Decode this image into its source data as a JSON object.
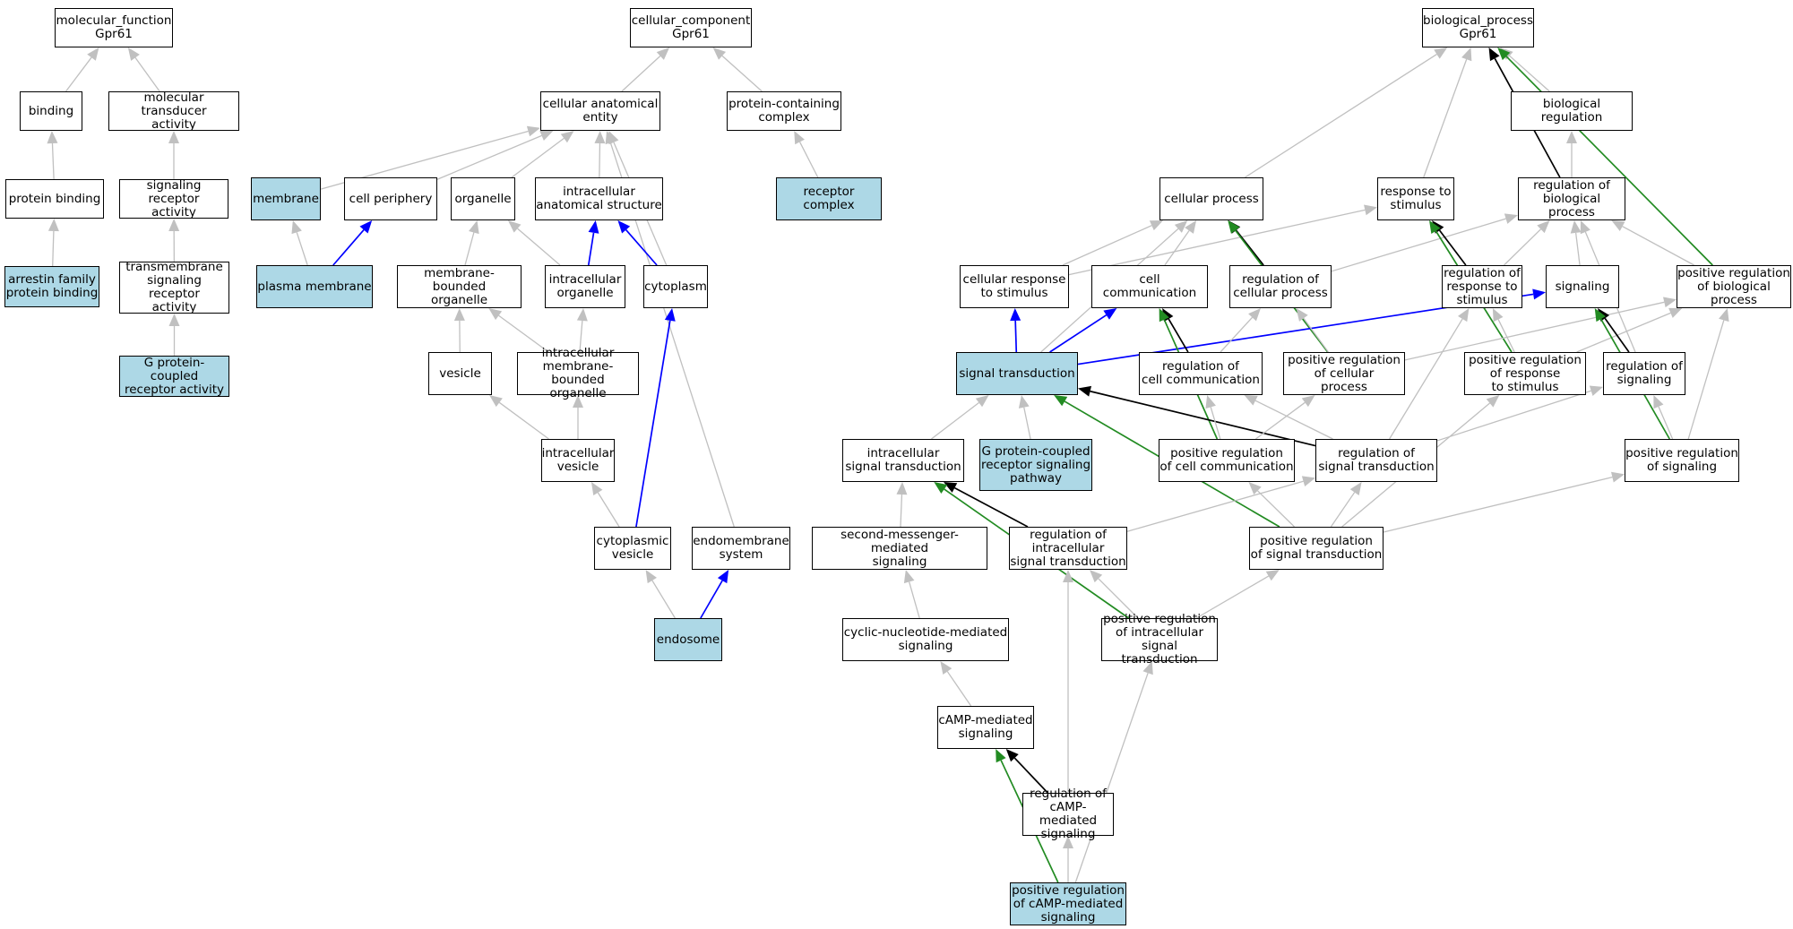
{
  "colors": {
    "highlight_fill": "#add8e6",
    "is_a_edge": "#c0c0c0",
    "part_of_edge": "#0000ff",
    "regulates_edge": "#000000",
    "positively_regulates_edge": "#228b22"
  },
  "nodes": [
    {
      "id": "molecular_function",
      "label": "molecular_function\nGpr61",
      "highlight": false
    },
    {
      "id": "binding",
      "label": "binding",
      "highlight": false
    },
    {
      "id": "molecular_transducer_activity",
      "label": "molecular transducer\nactivity",
      "highlight": false
    },
    {
      "id": "protein_binding",
      "label": "protein binding",
      "highlight": false
    },
    {
      "id": "signaling_receptor_activity",
      "label": "signaling receptor\nactivity",
      "highlight": false
    },
    {
      "id": "arrestin_family_protein_binding",
      "label": "arrestin family\nprotein binding",
      "highlight": true
    },
    {
      "id": "transmembrane_signaling_receptor_activity",
      "label": "transmembrane\nsignaling receptor\nactivity",
      "highlight": false
    },
    {
      "id": "gpcr_activity",
      "label": "G protein-coupled\nreceptor activity",
      "highlight": true
    },
    {
      "id": "cellular_component",
      "label": "cellular_component\nGpr61",
      "highlight": false
    },
    {
      "id": "cellular_anatomical_entity",
      "label": "cellular anatomical\nentity",
      "highlight": false
    },
    {
      "id": "protein_containing_complex",
      "label": "protein-containing\ncomplex",
      "highlight": false
    },
    {
      "id": "membrane",
      "label": "membrane",
      "highlight": true
    },
    {
      "id": "cell_periphery",
      "label": "cell periphery",
      "highlight": false
    },
    {
      "id": "organelle",
      "label": "organelle",
      "highlight": false
    },
    {
      "id": "intracellular_anatomical_structure",
      "label": "intracellular\nanatomical structure",
      "highlight": false
    },
    {
      "id": "receptor_complex",
      "label": "receptor complex",
      "highlight": true
    },
    {
      "id": "plasma_membrane",
      "label": "plasma membrane",
      "highlight": true
    },
    {
      "id": "membrane_bounded_organelle",
      "label": "membrane-bounded\norganelle",
      "highlight": false
    },
    {
      "id": "intracellular_organelle",
      "label": "intracellular\norganelle",
      "highlight": false
    },
    {
      "id": "cytoplasm",
      "label": "cytoplasm",
      "highlight": false
    },
    {
      "id": "vesicle",
      "label": "vesicle",
      "highlight": false
    },
    {
      "id": "intracellular_membrane_bounded_organelle",
      "label": "intracellular\nmembrane-bounded\norganelle",
      "highlight": false
    },
    {
      "id": "intracellular_vesicle",
      "label": "intracellular\nvesicle",
      "highlight": false
    },
    {
      "id": "cytoplasmic_vesicle",
      "label": "cytoplasmic\nvesicle",
      "highlight": false
    },
    {
      "id": "endomembrane_system",
      "label": "endomembrane\nsystem",
      "highlight": false
    },
    {
      "id": "endosome",
      "label": "endosome",
      "highlight": true
    },
    {
      "id": "biological_process",
      "label": "biological_process\nGpr61",
      "highlight": false
    },
    {
      "id": "biological_regulation",
      "label": "biological regulation",
      "highlight": false
    },
    {
      "id": "cellular_process",
      "label": "cellular process",
      "highlight": false
    },
    {
      "id": "response_to_stimulus",
      "label": "response to\nstimulus",
      "highlight": false
    },
    {
      "id": "regulation_of_biological_process",
      "label": "regulation of\nbiological process",
      "highlight": false
    },
    {
      "id": "cellular_response_to_stimulus",
      "label": "cellular response\nto stimulus",
      "highlight": false
    },
    {
      "id": "cell_communication",
      "label": "cell communication",
      "highlight": false
    },
    {
      "id": "regulation_of_cellular_process",
      "label": "regulation of\ncellular process",
      "highlight": false
    },
    {
      "id": "regulation_of_response_to_stimulus",
      "label": "regulation of\nresponse to\nstimulus",
      "highlight": false
    },
    {
      "id": "signaling",
      "label": "signaling",
      "highlight": false
    },
    {
      "id": "positive_regulation_of_biological_process",
      "label": "positive regulation\nof biological\nprocess",
      "highlight": false
    },
    {
      "id": "signal_transduction",
      "label": "signal transduction",
      "highlight": true
    },
    {
      "id": "regulation_of_cell_communication",
      "label": "regulation of\ncell communication",
      "highlight": false
    },
    {
      "id": "positive_regulation_of_cellular_process",
      "label": "positive regulation\nof cellular\nprocess",
      "highlight": false
    },
    {
      "id": "positive_regulation_of_response_to_stimulus",
      "label": "positive regulation\nof response\nto stimulus",
      "highlight": false
    },
    {
      "id": "regulation_of_signaling",
      "label": "regulation of\nsignaling",
      "highlight": false
    },
    {
      "id": "intracellular_signal_transduction",
      "label": "intracellular\nsignal transduction",
      "highlight": false
    },
    {
      "id": "gpcr_signaling_pathway",
      "label": "G protein-coupled\nreceptor signaling\npathway",
      "highlight": true
    },
    {
      "id": "positive_regulation_of_cell_communication",
      "label": "positive regulation\nof cell communication",
      "highlight": false
    },
    {
      "id": "regulation_of_signal_transduction",
      "label": "regulation of\nsignal transduction",
      "highlight": false
    },
    {
      "id": "positive_regulation_of_signaling",
      "label": "positive regulation\nof signaling",
      "highlight": false
    },
    {
      "id": "second_messenger_mediated_signaling",
      "label": "second-messenger-mediated\nsignaling",
      "highlight": false
    },
    {
      "id": "regulation_of_intracellular_signal_transduction",
      "label": "regulation of\nintracellular\nsignal transduction",
      "highlight": false
    },
    {
      "id": "positive_regulation_of_signal_transduction",
      "label": "positive regulation\nof signal transduction",
      "highlight": false
    },
    {
      "id": "cyclic_nucleotide_mediated_signaling",
      "label": "cyclic-nucleotide-mediated\nsignaling",
      "highlight": false
    },
    {
      "id": "positive_regulation_of_intracellular_signal_transduction",
      "label": "positive regulation\nof intracellular\nsignal transduction",
      "highlight": false
    },
    {
      "id": "camp_mediated_signaling",
      "label": "cAMP-mediated\nsignaling",
      "highlight": false
    },
    {
      "id": "regulation_of_camp_mediated_signaling",
      "label": "regulation of\ncAMP-mediated\nsignaling",
      "highlight": false
    },
    {
      "id": "positive_regulation_of_camp_mediated_signaling",
      "label": "positive regulation\nof cAMP-mediated\nsignaling",
      "highlight": true
    }
  ],
  "edges": [
    {
      "from": "binding",
      "to": "molecular_function",
      "type": "is_a"
    },
    {
      "from": "molecular_transducer_activity",
      "to": "molecular_function",
      "type": "is_a"
    },
    {
      "from": "protein_binding",
      "to": "binding",
      "type": "is_a"
    },
    {
      "from": "signaling_receptor_activity",
      "to": "molecular_transducer_activity",
      "type": "is_a"
    },
    {
      "from": "arrestin_family_protein_binding",
      "to": "protein_binding",
      "type": "is_a"
    },
    {
      "from": "transmembrane_signaling_receptor_activity",
      "to": "signaling_receptor_activity",
      "type": "is_a"
    },
    {
      "from": "gpcr_activity",
      "to": "transmembrane_signaling_receptor_activity",
      "type": "is_a"
    },
    {
      "from": "cellular_anatomical_entity",
      "to": "cellular_component",
      "type": "is_a"
    },
    {
      "from": "protein_containing_complex",
      "to": "cellular_component",
      "type": "is_a"
    },
    {
      "from": "membrane",
      "to": "cellular_anatomical_entity",
      "type": "is_a"
    },
    {
      "from": "cell_periphery",
      "to": "cellular_anatomical_entity",
      "type": "is_a"
    },
    {
      "from": "organelle",
      "to": "cellular_anatomical_entity",
      "type": "is_a"
    },
    {
      "from": "intracellular_anatomical_structure",
      "to": "cellular_anatomical_entity",
      "type": "is_a"
    },
    {
      "from": "cytoplasm",
      "to": "cellular_anatomical_entity",
      "type": "is_a"
    },
    {
      "from": "endomembrane_system",
      "to": "cellular_anatomical_entity",
      "type": "is_a"
    },
    {
      "from": "receptor_complex",
      "to": "protein_containing_complex",
      "type": "is_a"
    },
    {
      "from": "plasma_membrane",
      "to": "membrane",
      "type": "is_a"
    },
    {
      "from": "plasma_membrane",
      "to": "cell_periphery",
      "type": "part_of"
    },
    {
      "from": "membrane_bounded_organelle",
      "to": "organelle",
      "type": "is_a"
    },
    {
      "from": "intracellular_organelle",
      "to": "organelle",
      "type": "is_a"
    },
    {
      "from": "intracellular_organelle",
      "to": "intracellular_anatomical_structure",
      "type": "part_of"
    },
    {
      "from": "cytoplasm",
      "to": "intracellular_anatomical_structure",
      "type": "part_of"
    },
    {
      "from": "vesicle",
      "to": "membrane_bounded_organelle",
      "type": "is_a"
    },
    {
      "from": "intracellular_membrane_bounded_organelle",
      "to": "membrane_bounded_organelle",
      "type": "is_a"
    },
    {
      "from": "intracellular_membrane_bounded_organelle",
      "to": "intracellular_organelle",
      "type": "is_a"
    },
    {
      "from": "intracellular_vesicle",
      "to": "vesicle",
      "type": "is_a"
    },
    {
      "from": "intracellular_vesicle",
      "to": "intracellular_membrane_bounded_organelle",
      "type": "is_a"
    },
    {
      "from": "cytoplasmic_vesicle",
      "to": "intracellular_vesicle",
      "type": "is_a"
    },
    {
      "from": "cytoplasmic_vesicle",
      "to": "cytoplasm",
      "type": "part_of"
    },
    {
      "from": "endosome",
      "to": "cytoplasmic_vesicle",
      "type": "is_a"
    },
    {
      "from": "endosome",
      "to": "endomembrane_system",
      "type": "part_of"
    },
    {
      "from": "biological_regulation",
      "to": "biological_process",
      "type": "is_a"
    },
    {
      "from": "cellular_process",
      "to": "biological_process",
      "type": "is_a"
    },
    {
      "from": "response_to_stimulus",
      "to": "biological_process",
      "type": "is_a"
    },
    {
      "from": "regulation_of_biological_process",
      "to": "biological_process",
      "type": "regulates"
    },
    {
      "from": "positive_regulation_of_biological_process",
      "to": "biological_process",
      "type": "positively_regulates"
    },
    {
      "from": "regulation_of_biological_process",
      "to": "biological_regulation",
      "type": "is_a"
    },
    {
      "from": "cellular_response_to_stimulus",
      "to": "cellular_process",
      "type": "is_a"
    },
    {
      "from": "cellular_response_to_stimulus",
      "to": "response_to_stimulus",
      "type": "is_a"
    },
    {
      "from": "cell_communication",
      "to": "cellular_process",
      "type": "is_a"
    },
    {
      "from": "regulation_of_cellular_process",
      "to": "cellular_process",
      "type": "regulates"
    },
    {
      "from": "regulation_of_cellular_process",
      "to": "regulation_of_biological_process",
      "type": "is_a"
    },
    {
      "from": "positive_regulation_of_cellular_process",
      "to": "cellular_process",
      "type": "positively_regulates"
    },
    {
      "from": "signal_transduction",
      "to": "cellular_process",
      "type": "is_a"
    },
    {
      "from": "regulation_of_response_to_stimulus",
      "to": "response_to_stimulus",
      "type": "regulates"
    },
    {
      "from": "regulation_of_response_to_stimulus",
      "to": "regulation_of_biological_process",
      "type": "is_a"
    },
    {
      "from": "positive_regulation_of_response_to_stimulus",
      "to": "response_to_stimulus",
      "type": "positively_regulates"
    },
    {
      "from": "signaling",
      "to": "regulation_of_biological_process",
      "type": "is_a"
    },
    {
      "from": "positive_regulation_of_biological_process",
      "to": "regulation_of_biological_process",
      "type": "is_a"
    },
    {
      "from": "regulation_of_signaling",
      "to": "regulation_of_biological_process",
      "type": "is_a"
    },
    {
      "from": "signal_transduction",
      "to": "cellular_response_to_stimulus",
      "type": "part_of"
    },
    {
      "from": "signal_transduction",
      "to": "cell_communication",
      "type": "part_of"
    },
    {
      "from": "signal_transduction",
      "to": "signaling",
      "type": "part_of"
    },
    {
      "from": "regulation_of_cell_communication",
      "to": "cell_communication",
      "type": "regulates"
    },
    {
      "from": "regulation_of_cell_communication",
      "to": "regulation_of_cellular_process",
      "type": "is_a"
    },
    {
      "from": "positive_regulation_of_cell_communication",
      "to": "cell_communication",
      "type": "positively_regulates"
    },
    {
      "from": "positive_regulation_of_cellular_process",
      "to": "regulation_of_cellular_process",
      "type": "is_a"
    },
    {
      "from": "positive_regulation_of_cellular_process",
      "to": "positive_regulation_of_biological_process",
      "type": "is_a"
    },
    {
      "from": "positive_regulation_of_response_to_stimulus",
      "to": "regulation_of_response_to_stimulus",
      "type": "is_a"
    },
    {
      "from": "positive_regulation_of_response_to_stimulus",
      "to": "positive_regulation_of_biological_process",
      "type": "is_a"
    },
    {
      "from": "regulation_of_signaling",
      "to": "signaling",
      "type": "regulates"
    },
    {
      "from": "positive_regulation_of_signaling",
      "to": "signaling",
      "type": "positively_regulates"
    },
    {
      "from": "intracellular_signal_transduction",
      "to": "signal_transduction",
      "type": "is_a"
    },
    {
      "from": "gpcr_signaling_pathway",
      "to": "signal_transduction",
      "type": "is_a"
    },
    {
      "from": "regulation_of_signal_transduction",
      "to": "signal_transduction",
      "type": "regulates"
    },
    {
      "from": "positive_regulation_of_signal_transduction",
      "to": "signal_transduction",
      "type": "positively_regulates"
    },
    {
      "from": "positive_regulation_of_cell_communication",
      "to": "regulation_of_cell_communication",
      "type": "is_a"
    },
    {
      "from": "positive_regulation_of_cell_communication",
      "to": "positive_regulation_of_cellular_process",
      "type": "is_a"
    },
    {
      "from": "regulation_of_signal_transduction",
      "to": "regulation_of_cell_communication",
      "type": "is_a"
    },
    {
      "from": "regulation_of_signal_transduction",
      "to": "regulation_of_response_to_stimulus",
      "type": "is_a"
    },
    {
      "from": "regulation_of_signal_transduction",
      "to": "regulation_of_signaling",
      "type": "is_a"
    },
    {
      "from": "positive_regulation_of_signaling",
      "to": "regulation_of_signaling",
      "type": "is_a"
    },
    {
      "from": "positive_regulation_of_signaling",
      "to": "positive_regulation_of_biological_process",
      "type": "is_a"
    },
    {
      "from": "second_messenger_mediated_signaling",
      "to": "intracellular_signal_transduction",
      "type": "is_a"
    },
    {
      "from": "regulation_of_intracellular_signal_transduction",
      "to": "intracellular_signal_transduction",
      "type": "regulates"
    },
    {
      "from": "regulation_of_intracellular_signal_transduction",
      "to": "regulation_of_signal_transduction",
      "type": "is_a"
    },
    {
      "from": "positive_regulation_of_intracellular_signal_transduction",
      "to": "intracellular_signal_transduction",
      "type": "positively_regulates"
    },
    {
      "from": "positive_regulation_of_signal_transduction",
      "to": "positive_regulation_of_cell_communication",
      "type": "is_a"
    },
    {
      "from": "positive_regulation_of_signal_transduction",
      "to": "regulation_of_signal_transduction",
      "type": "is_a"
    },
    {
      "from": "positive_regulation_of_signal_transduction",
      "to": "positive_regulation_of_response_to_stimulus",
      "type": "is_a"
    },
    {
      "from": "positive_regulation_of_signal_transduction",
      "to": "positive_regulation_of_signaling",
      "type": "is_a"
    },
    {
      "from": "cyclic_nucleotide_mediated_signaling",
      "to": "second_messenger_mediated_signaling",
      "type": "is_a"
    },
    {
      "from": "positive_regulation_of_intracellular_signal_transduction",
      "to": "regulation_of_intracellular_signal_transduction",
      "type": "is_a"
    },
    {
      "from": "positive_regulation_of_intracellular_signal_transduction",
      "to": "positive_regulation_of_signal_transduction",
      "type": "is_a"
    },
    {
      "from": "camp_mediated_signaling",
      "to": "cyclic_nucleotide_mediated_signaling",
      "type": "is_a"
    },
    {
      "from": "regulation_of_camp_mediated_signaling",
      "to": "camp_mediated_signaling",
      "type": "regulates"
    },
    {
      "from": "regulation_of_camp_mediated_signaling",
      "to": "regulation_of_intracellular_signal_transduction",
      "type": "is_a"
    },
    {
      "from": "positive_regulation_of_camp_mediated_signaling",
      "to": "camp_mediated_signaling",
      "type": "positively_regulates"
    },
    {
      "from": "positive_regulation_of_camp_mediated_signaling",
      "to": "regulation_of_camp_mediated_signaling",
      "type": "is_a"
    },
    {
      "from": "positive_regulation_of_camp_mediated_signaling",
      "to": "positive_regulation_of_intracellular_signal_transduction",
      "type": "is_a"
    }
  ]
}
